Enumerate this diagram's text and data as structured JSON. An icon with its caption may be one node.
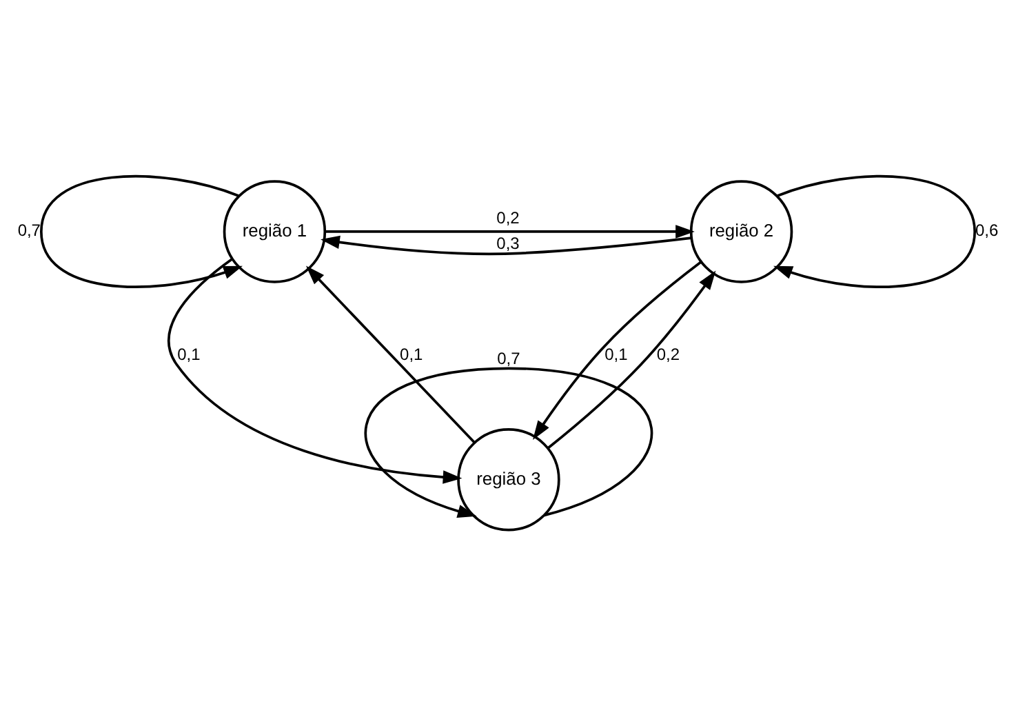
{
  "diagram": {
    "nodes": [
      {
        "text": [
          "região 1"
        ]
      },
      {
        "text": [
          "região 2"
        ]
      },
      {
        "text": [
          "região 3"
        ]
      }
    ],
    "edges": [
      {
        "from": 0,
        "to": 0,
        "arrow": "to",
        "label": "0,7"
      },
      {
        "from": 0,
        "to": 1,
        "arrow": "to",
        "label": "0,2"
      },
      {
        "from": 1,
        "to": 1,
        "arrow": "to",
        "label": "0,6"
      },
      {
        "from": 1,
        "to": 0,
        "arrow": "to",
        "label": "0,3"
      },
      {
        "from": 0,
        "to": 2,
        "arrow": "to",
        "label": "0,1"
      },
      {
        "from": 2,
        "to": 0,
        "arrow": "to",
        "label": "0,1"
      },
      {
        "from": 1,
        "to": 2,
        "arrow": "to",
        "label": "0,1"
      },
      {
        "from": 2,
        "to": 1,
        "arrow": "to",
        "label": "0,2"
      },
      {
        "from": 2,
        "to": 2,
        "arrow": "to",
        "label": "0,7"
      }
    ]
  }
}
